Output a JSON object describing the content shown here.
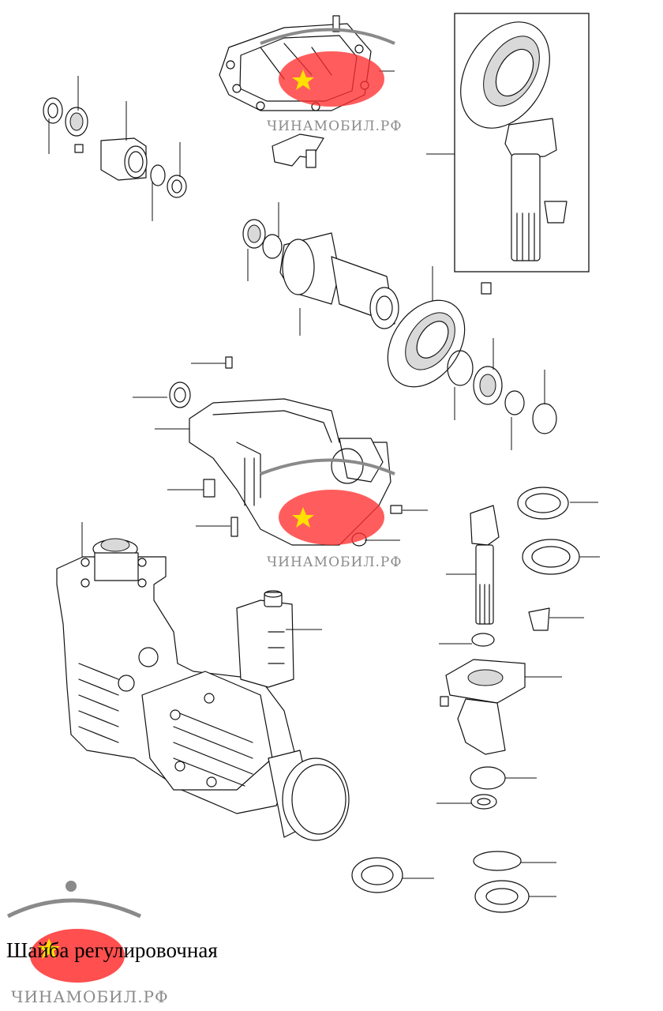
{
  "caption": "Шайба регулировочная",
  "watermark": {
    "text": "ЧИНАМОБИЛ.РФ",
    "flag_color": "#ff3030",
    "star_color": "#ffe000",
    "logo_color": "#8a8a8a"
  },
  "parts": [
    "top-cover-gasket",
    "seal-bearing-set-left",
    "bevel-gear-set-box",
    "pinion-shaft-housing",
    "bevel-ring-gear",
    "bearing-snap-rings",
    "gearbox-housing",
    "assembled-gearbox",
    "oil-canister",
    "pinion-gear",
    "seal-rings-right",
    "pinion-flange-housing",
    "bearings-bottom"
  ]
}
